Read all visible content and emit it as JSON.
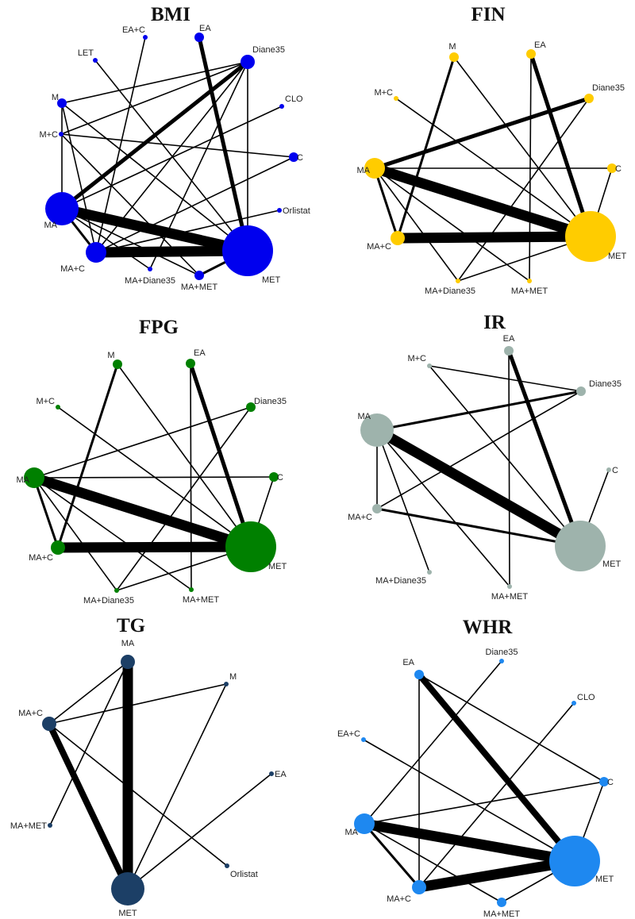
{
  "figure": {
    "panels": [
      {
        "id": "bmi",
        "title": "BMI",
        "color": "#0000EE",
        "nodes": [
          {
            "id": "EA",
            "label": "EA",
            "w": 1
          },
          {
            "id": "EA+C",
            "label": "EA+C",
            "w": 0
          },
          {
            "id": "LET",
            "label": "LET",
            "w": 0
          },
          {
            "id": "Diane35",
            "label": "Diane35",
            "w": 2
          },
          {
            "id": "CLO",
            "label": "CLO",
            "w": 0
          },
          {
            "id": "M",
            "label": "M",
            "w": 1
          },
          {
            "id": "M+C",
            "label": "M+C",
            "w": 0
          },
          {
            "id": "C",
            "label": "C",
            "w": 1
          },
          {
            "id": "Orlistat",
            "label": "Orlistat",
            "w": 0
          },
          {
            "id": "MA",
            "label": "MA",
            "w": 4
          },
          {
            "id": "MA+C",
            "label": "MA+C",
            "w": 3
          },
          {
            "id": "MA+Diane35",
            "label": "MA+Diane35",
            "w": 0
          },
          {
            "id": "MA+MET",
            "label": "MA+MET",
            "w": 1
          },
          {
            "id": "MET",
            "label": "MET",
            "w": 5
          }
        ],
        "edges": [
          [
            "EA",
            "MET",
            3
          ],
          [
            "Diane35",
            "MA",
            3
          ],
          [
            "MA",
            "MET",
            5
          ],
          [
            "MA+C",
            "MET",
            5
          ],
          [
            "MA",
            "MA+C",
            2
          ],
          [
            "MA+MET",
            "MET",
            2
          ],
          [
            "EA+C",
            "MA+C",
            1
          ],
          [
            "LET",
            "MET",
            1
          ],
          [
            "Diane35",
            "MET",
            1
          ],
          [
            "Diane35",
            "M",
            1
          ],
          [
            "Diane35",
            "M+C",
            1
          ],
          [
            "Diane35",
            "MA+C",
            1
          ],
          [
            "Diane35",
            "MA+Diane35",
            1
          ],
          [
            "CLO",
            "MA",
            1
          ],
          [
            "M",
            "MA+C",
            1
          ],
          [
            "M",
            "MET",
            1
          ],
          [
            "M+C",
            "MA+MET",
            1
          ],
          [
            "M+C",
            "C",
            1
          ],
          [
            "C",
            "MA+C",
            1
          ],
          [
            "Orlistat",
            "MA+C",
            1
          ],
          [
            "MA",
            "MA+Diane35",
            1
          ],
          [
            "MA",
            "MA+MET",
            1
          ],
          [
            "M",
            "MA",
            1
          ]
        ]
      },
      {
        "id": "fin",
        "title": "FIN",
        "color": "#FFCC00",
        "nodes": [
          {
            "id": "M",
            "label": "M",
            "w": 1
          },
          {
            "id": "EA",
            "label": "EA",
            "w": 1
          },
          {
            "id": "M+C",
            "label": "M+C",
            "w": 0
          },
          {
            "id": "Diane35",
            "label": "Diane35",
            "w": 1
          },
          {
            "id": "MA",
            "label": "MA",
            "w": 3
          },
          {
            "id": "C",
            "label": "C",
            "w": 1
          },
          {
            "id": "MA+C",
            "label": "MA+C",
            "w": 2
          },
          {
            "id": "MA+Diane35",
            "label": "MA+Diane35",
            "w": 0
          },
          {
            "id": "MA+MET",
            "label": "MA+MET",
            "w": 0
          },
          {
            "id": "MET",
            "label": "MET",
            "w": 5
          }
        ],
        "edges": [
          [
            "MA",
            "MET",
            5
          ],
          [
            "MA+C",
            "MET",
            5
          ],
          [
            "EA",
            "MET",
            3
          ],
          [
            "Diane35",
            "MA",
            3
          ],
          [
            "MA",
            "MA+C",
            2
          ],
          [
            "M",
            "MA+C",
            2
          ],
          [
            "M",
            "MET",
            1
          ],
          [
            "M+C",
            "MET",
            1
          ],
          [
            "Diane35",
            "MA+Diane35",
            1
          ],
          [
            "MA",
            "C",
            1
          ],
          [
            "C",
            "MET",
            1
          ],
          [
            "MA",
            "MA+Diane35",
            1
          ],
          [
            "MA",
            "MA+MET",
            1
          ],
          [
            "MA+MET",
            "EA",
            1
          ],
          [
            "MA+Diane35",
            "MET",
            1
          ]
        ]
      },
      {
        "id": "fpg",
        "title": "FPG",
        "color": "#008000",
        "nodes": [
          {
            "id": "M",
            "label": "M",
            "w": 1
          },
          {
            "id": "EA",
            "label": "EA",
            "w": 1
          },
          {
            "id": "M+C",
            "label": "M+C",
            "w": 0
          },
          {
            "id": "Diane35",
            "label": "Diane35",
            "w": 1
          },
          {
            "id": "MA",
            "label": "MA",
            "w": 3
          },
          {
            "id": "C",
            "label": "C",
            "w": 1
          },
          {
            "id": "MA+C",
            "label": "MA+C",
            "w": 2
          },
          {
            "id": "MA+Diane35",
            "label": "MA+Diane35",
            "w": 0
          },
          {
            "id": "MA+MET",
            "label": "MA+MET",
            "w": 0
          },
          {
            "id": "MET",
            "label": "MET",
            "w": 5
          }
        ],
        "edges": [
          [
            "MA",
            "MET",
            5
          ],
          [
            "MA+C",
            "MET",
            5
          ],
          [
            "EA",
            "MET",
            3
          ],
          [
            "MA",
            "MA+C",
            2
          ],
          [
            "M",
            "MA+C",
            2
          ],
          [
            "M",
            "MET",
            1
          ],
          [
            "M+C",
            "MET",
            1
          ],
          [
            "Diane35",
            "MA",
            1
          ],
          [
            "Diane35",
            "MA+Diane35",
            1
          ],
          [
            "MA",
            "C",
            1
          ],
          [
            "C",
            "MET",
            1
          ],
          [
            "MA",
            "MA+Diane35",
            1
          ],
          [
            "MA",
            "MA+MET",
            1
          ],
          [
            "MA+MET",
            "EA",
            1
          ],
          [
            "MA+Diane35",
            "MET",
            1
          ]
        ]
      },
      {
        "id": "ir",
        "title": "IR",
        "color": "#9EB3AC",
        "nodes": [
          {
            "id": "EA",
            "label": "EA",
            "w": 1
          },
          {
            "id": "M+C",
            "label": "M+C",
            "w": 0
          },
          {
            "id": "Diane35",
            "label": "Diane35",
            "w": 1
          },
          {
            "id": "MA",
            "label": "MA",
            "w": 4
          },
          {
            "id": "C",
            "label": "C",
            "w": 0
          },
          {
            "id": "MA+C",
            "label": "MA+C",
            "w": 1
          },
          {
            "id": "MA+Diane35",
            "label": "MA+Diane35",
            "w": 0
          },
          {
            "id": "MA+MET",
            "label": "MA+MET",
            "w": 0
          },
          {
            "id": "MET",
            "label": "MET",
            "w": 5
          }
        ],
        "edges": [
          [
            "MA",
            "MET",
            5
          ],
          [
            "EA",
            "MET",
            3
          ],
          [
            "Diane35",
            "MA",
            2
          ],
          [
            "MA+C",
            "MET",
            2
          ],
          [
            "MA",
            "MA+C",
            1
          ],
          [
            "M+C",
            "Diane35",
            1
          ],
          [
            "M+C",
            "MET",
            1
          ],
          [
            "MA",
            "MA+Diane35",
            1
          ],
          [
            "MA",
            "MA+MET",
            1
          ],
          [
            "Diane35",
            "MA+C",
            1
          ],
          [
            "C",
            "MET",
            1
          ],
          [
            "MA+MET",
            "EA",
            1
          ]
        ]
      },
      {
        "id": "tg",
        "title": "TG",
        "color": "#1C3F66",
        "nodes": [
          {
            "id": "MA",
            "label": "MA",
            "w": 2
          },
          {
            "id": "M",
            "label": "M",
            "w": 0
          },
          {
            "id": "MA+C",
            "label": "MA+C",
            "w": 2
          },
          {
            "id": "EA",
            "label": "EA",
            "w": 0
          },
          {
            "id": "MA+MET",
            "label": "MA+MET",
            "w": 0
          },
          {
            "id": "Orlistat",
            "label": "Orlistat",
            "w": 0
          },
          {
            "id": "MET",
            "label": "MET",
            "w": 4
          }
        ],
        "edges": [
          [
            "MA",
            "MET",
            5
          ],
          [
            "MA+C",
            "MET",
            4
          ],
          [
            "MA",
            "MA+C",
            1
          ],
          [
            "MA",
            "MA+MET",
            1
          ],
          [
            "MA+C",
            "M",
            1
          ],
          [
            "M",
            "MET",
            1
          ],
          [
            "MA+C",
            "Orlistat",
            1
          ],
          [
            "EA",
            "MET",
            1
          ]
        ]
      },
      {
        "id": "whr",
        "title": "WHR",
        "color": "#1E88F0",
        "nodes": [
          {
            "id": "EA",
            "label": "EA",
            "w": 1
          },
          {
            "id": "Diane35",
            "label": "Diane35",
            "w": 0
          },
          {
            "id": "CLO",
            "label": "CLO",
            "w": 0
          },
          {
            "id": "EA+C",
            "label": "EA+C",
            "w": 0
          },
          {
            "id": "C",
            "label": "C",
            "w": 1
          },
          {
            "id": "MA",
            "label": "MA",
            "w": 3
          },
          {
            "id": "MA+C",
            "label": "MA+C",
            "w": 2
          },
          {
            "id": "MA+MET",
            "label": "MA+MET",
            "w": 1
          },
          {
            "id": "MET",
            "label": "MET",
            "w": 5
          }
        ],
        "edges": [
          [
            "EA",
            "MET",
            4
          ],
          [
            "MA",
            "MET",
            5
          ],
          [
            "MA+C",
            "MET",
            5
          ],
          [
            "MA",
            "MA+C",
            2
          ],
          [
            "Diane35",
            "MA",
            1
          ],
          [
            "CLO",
            "MA+C",
            1
          ],
          [
            "EA+C",
            "MET",
            1
          ],
          [
            "EA",
            "C",
            1
          ],
          [
            "MA",
            "C",
            1
          ],
          [
            "C",
            "MET",
            1
          ],
          [
            "MA",
            "MA+MET",
            1
          ],
          [
            "MA+MET",
            "MET",
            1
          ],
          [
            "EA",
            "MA+C",
            1
          ]
        ]
      }
    ]
  }
}
